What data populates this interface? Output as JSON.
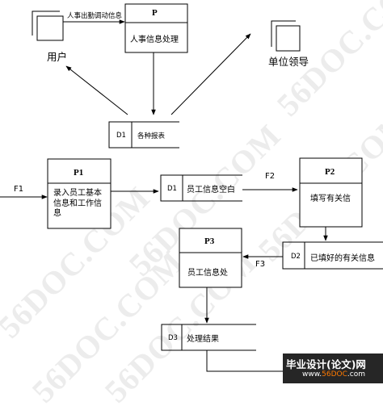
{
  "watermark": "56DOC.COM",
  "entities": {
    "user": "用户",
    "dept_leader": "单位领导"
  },
  "processes": {
    "p": {
      "id": "P",
      "name": "人事信息处理"
    },
    "p1": {
      "id": "P1",
      "name": "录入员工基本信息和工作信息"
    },
    "p2": {
      "id": "P2",
      "name": "填写有关信"
    },
    "p3": {
      "id": "P3",
      "name": "员工信息处"
    }
  },
  "stores": {
    "d1_top": {
      "id": "D1",
      "name": "各种报表"
    },
    "d1": {
      "id": "D1",
      "name": "员工信息空白"
    },
    "d2": {
      "id": "D2",
      "name": "已填好的有关信息"
    },
    "d3": {
      "id": "D3",
      "name": "处理结果"
    }
  },
  "flows": {
    "user_to_p": "人事出勤调动信息",
    "f1": "F1",
    "f2": "F2",
    "f3": "F3"
  },
  "banner": {
    "title": "毕业设计(论文)网",
    "url_prefix": "www.",
    "url_highlight": "56DOC",
    "url_suffix": ".com"
  }
}
